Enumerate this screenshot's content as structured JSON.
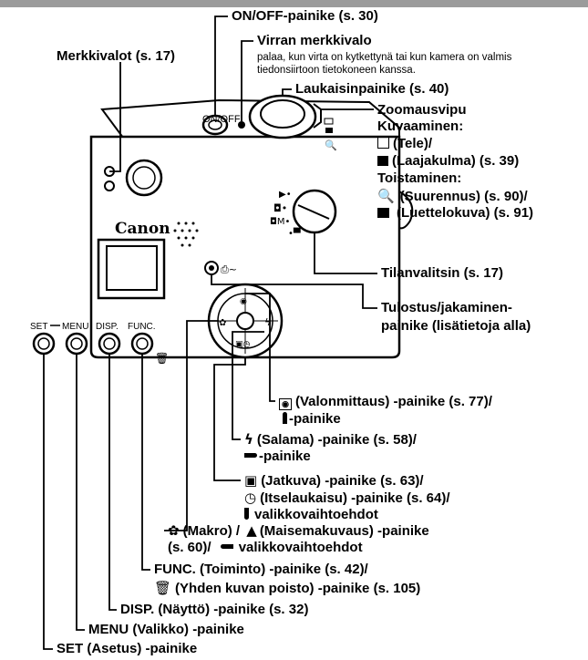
{
  "colors": {
    "header": "#9b9b9b",
    "ink": "#000000",
    "body": "#ffffff"
  },
  "labels": {
    "on_off": "ON/OFF-painike (s. 30)",
    "power_lamp_title": "Virran merkkivalo",
    "power_lamp_desc_1": "palaa, kun virta on kytkettynä tai kun kamera on valmis",
    "power_lamp_desc_2": "tiedonsiirtoon tietokoneen kanssa.",
    "indicators": "Merkkivalot (s. 17)",
    "shutter": "Laukaisinpainike (s. 40)",
    "zoom": "Zoomausvipu",
    "shooting": "Kuvaaminen:",
    "tele": "(Tele)/",
    "wide": "(Laajakulma) (s. 39)",
    "playback": "Toistaminen:",
    "magnify": "(Suurennus) (s. 90)/",
    "index": "(Luettelokuva) (s. 91)",
    "mode_dial": "Tilanvalitsin (s. 17)",
    "print_share_1": "Tulostus/jakaminen-",
    "print_share_2": "painike (lisätietoja alla)",
    "metering_1": "(Valonmittaus) -painike (s. 77)/",
    "metering_2": "-painike",
    "flash_1": "(Salama) -painike (s. 58)/",
    "flash_2": "-painike",
    "cont_1": "(Jatkuva) -painike (s. 63)/",
    "cont_2": "(Itselaukaisu) -painike (s. 64)/",
    "cont_3": "valikkovaihtoehdot",
    "macro_a": "(Makro) /",
    "macro_b": "(Maisemakuvaus) -painike",
    "macro_c": "(s. 60)/",
    "macro_d": "valikkovaihtoehdot",
    "func_1": "FUNC. (Toiminto) -painike (s. 42)/",
    "func_2": "(Yhden kuvan poisto) -painike (s. 105)",
    "disp": "DISP. (Näyttö) -painike (s. 32)",
    "menu": "MENU (Valikko) -painike",
    "set": "SET (Asetus) -painike"
  },
  "camera": {
    "brand": "Canon",
    "on_off_print": "ON/OFF",
    "btn_set": "SET",
    "btn_menu": "MENU",
    "btn_disp": "DISP.",
    "btn_func": "FUNC."
  }
}
